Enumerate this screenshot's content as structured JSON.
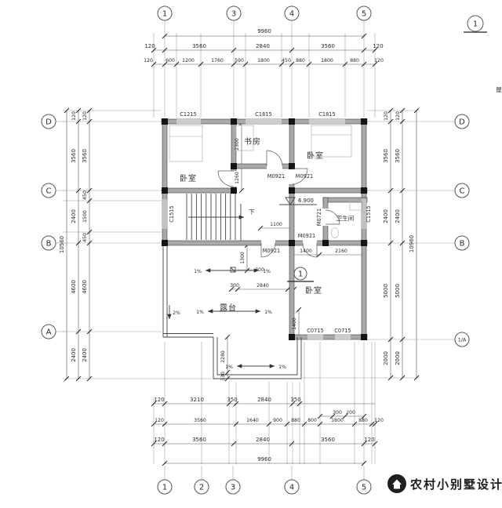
{
  "brand": {
    "name": "农村小别墅设计"
  },
  "markers": {
    "top_axes": [
      "1",
      "3",
      "4",
      "5"
    ],
    "bottom_axes": [
      "1",
      "2",
      "3",
      "4",
      "5"
    ],
    "left_axes": [
      "D",
      "C",
      "B",
      "A"
    ],
    "right_axes": [
      "D",
      "C",
      "B",
      "1/A"
    ],
    "detail_callout": "1",
    "section_callout": "1",
    "edge_note": "屋"
  },
  "dims_top": {
    "overall": "9960",
    "row2": [
      "120",
      "3560",
      "2840",
      "3560",
      "120"
    ],
    "row3": [
      "120",
      "600",
      "1200",
      "1760",
      "590",
      "1800",
      "450",
      "880",
      "1800",
      "880",
      "120"
    ]
  },
  "dims_bottom": {
    "row1": [
      "120",
      "3210",
      "350",
      "2840",
      "350"
    ],
    "row1_sub": [
      "300",
      "200"
    ],
    "row2": [
      "120",
      "3560",
      "1640",
      "900",
      "880",
      "800",
      "1800",
      "880",
      "120"
    ],
    "row3": [
      "120",
      "3560",
      "2840",
      "3560",
      "120"
    ],
    "overall": "9960"
  },
  "dims_left": {
    "overall": "10560",
    "mid": [
      "120",
      "3560",
      "2400",
      "4600",
      "2400"
    ],
    "inner": [
      "120",
      "3560",
      "450",
      "1500",
      "450",
      "4600",
      "2400"
    ]
  },
  "dims_right": {
    "overall": "10960",
    "inner": [
      "120",
      "3560",
      "2400",
      "5000",
      "2000"
    ],
    "mid": [
      "120",
      "3560",
      "2400",
      "5000",
      "2000"
    ]
  },
  "rooms": {
    "bedroom_tl": "卧室",
    "study": "书房",
    "bedroom_tr": "卧室",
    "bathroom": "卫生间",
    "bedroom_bottom": "卧室",
    "terrace": "露台",
    "stair_down": "下"
  },
  "windows": {
    "c1215": "C1215",
    "c1815_a": "C1815",
    "c1815_b": "C1815",
    "c1515_left": "C1515",
    "c1515_right": "C1515",
    "c0715_a": "C0715",
    "c0715_b": "C0715"
  },
  "doors": {
    "m0921_hall_a": "M0921",
    "m0921_hall_b": "M0921",
    "m0721_bath": "M0721",
    "m0921_bedroom": "M0921",
    "m0921_terrace": "M0921"
  },
  "annotations": {
    "elevation": "6.900",
    "d2300": "2300",
    "d1260": "1260",
    "d1100": "1100",
    "d1300": "1300",
    "d300": "300",
    "d2840": "2840",
    "d1400": "1400",
    "d2160": "2160",
    "d2280": "2280",
    "d330": "330"
  },
  "slopes": {
    "p1": "1%",
    "p2": "2%"
  }
}
